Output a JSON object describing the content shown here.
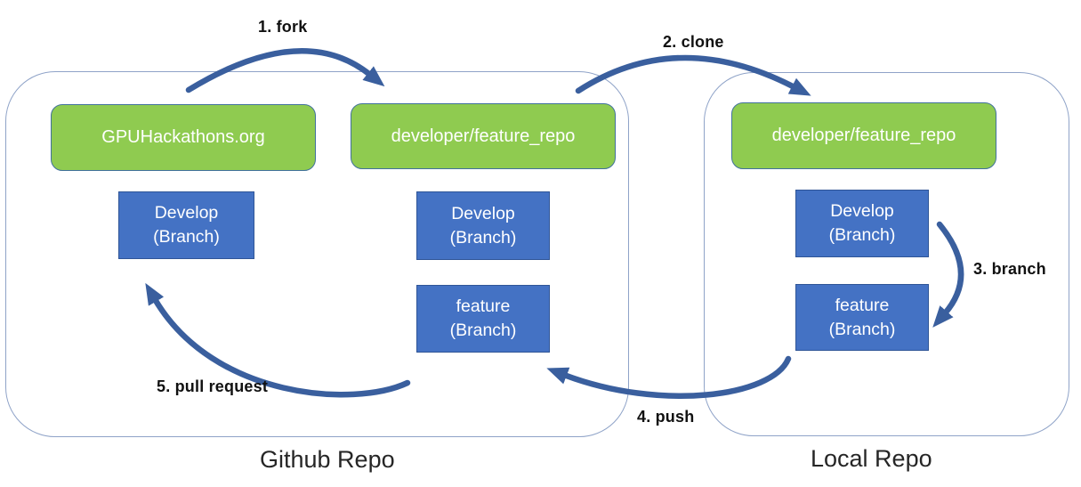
{
  "containers": {
    "github": {
      "label": "Github Repo"
    },
    "local": {
      "label": "Local Repo"
    }
  },
  "repos": {
    "upstream": {
      "label": "GPUHackathons.org"
    },
    "fork": {
      "label": "developer/feature_repo"
    },
    "local_clone": {
      "label": "developer/feature_repo"
    }
  },
  "branches": {
    "develop": {
      "line1": "Develop",
      "line2": "(Branch)"
    },
    "feature": {
      "line1": "feature",
      "line2": "(Branch)"
    }
  },
  "steps": {
    "fork": {
      "label": "1. fork"
    },
    "clone": {
      "label": "2. clone"
    },
    "branch": {
      "label": "3. branch"
    },
    "push": {
      "label": "4. push"
    },
    "pull_request": {
      "label": "5. pull request"
    }
  },
  "colors": {
    "repo_fill": "#8FCB50",
    "repo_border": "#41719C",
    "branch_fill": "#4472C4",
    "branch_border": "#2F5597",
    "arrow": "#3A5F9E",
    "container_border": "#8FA3C8"
  }
}
